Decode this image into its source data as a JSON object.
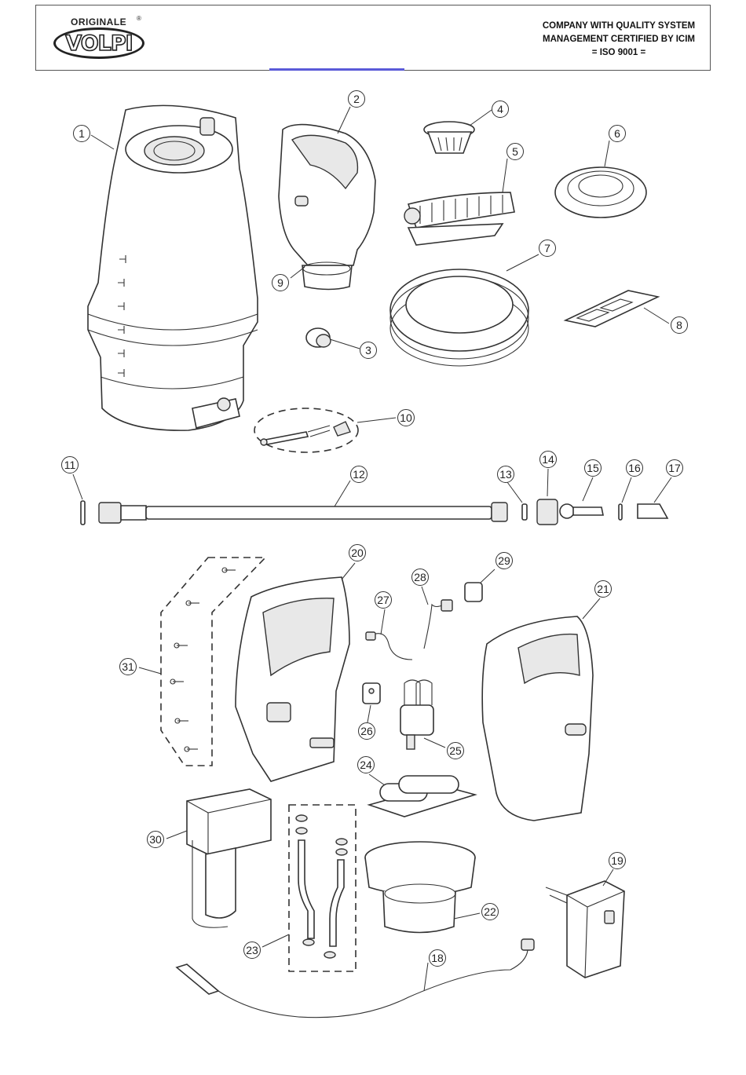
{
  "header": {
    "brand_top": "ORIGINALE",
    "brand_name": "VOLPI",
    "registered": "®",
    "cert_line1": "COMPANY WITH QUALITY SYSTEM",
    "cert_line2": "MANAGEMENT CERTIFIED BY ICIM",
    "cert_line3": "= ISO 9001 ="
  },
  "accent_color": "#5a5ad8",
  "callouts": [
    "1",
    "2",
    "3",
    "4",
    "5",
    "6",
    "7",
    "8",
    "9",
    "10",
    "11",
    "12",
    "13",
    "14",
    "15",
    "16",
    "17",
    "18",
    "19",
    "20",
    "21",
    "22",
    "23",
    "24",
    "25",
    "26",
    "27",
    "28",
    "29",
    "30",
    "31"
  ]
}
